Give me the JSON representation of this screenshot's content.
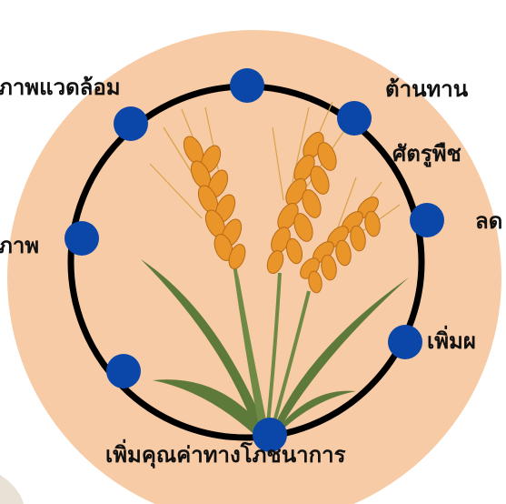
{
  "colors": {
    "disc": "#F7CBA5",
    "ring": "#000000",
    "node": "#0B47A8",
    "grain": "#E9952A",
    "leaf": "#5E7A3A"
  },
  "illustration": "wheat-stalks",
  "labels": {
    "environment": "ภาพแวดล้อม",
    "resist_line1": "ต้านทาน",
    "resist_line2": "ศัตรูพืช",
    "reduce": "ลด",
    "increase": "เพิ่มผ",
    "left": "ภาพ",
    "nutrition": "เพิ่มคุณค่าทางโภชนาการ"
  }
}
